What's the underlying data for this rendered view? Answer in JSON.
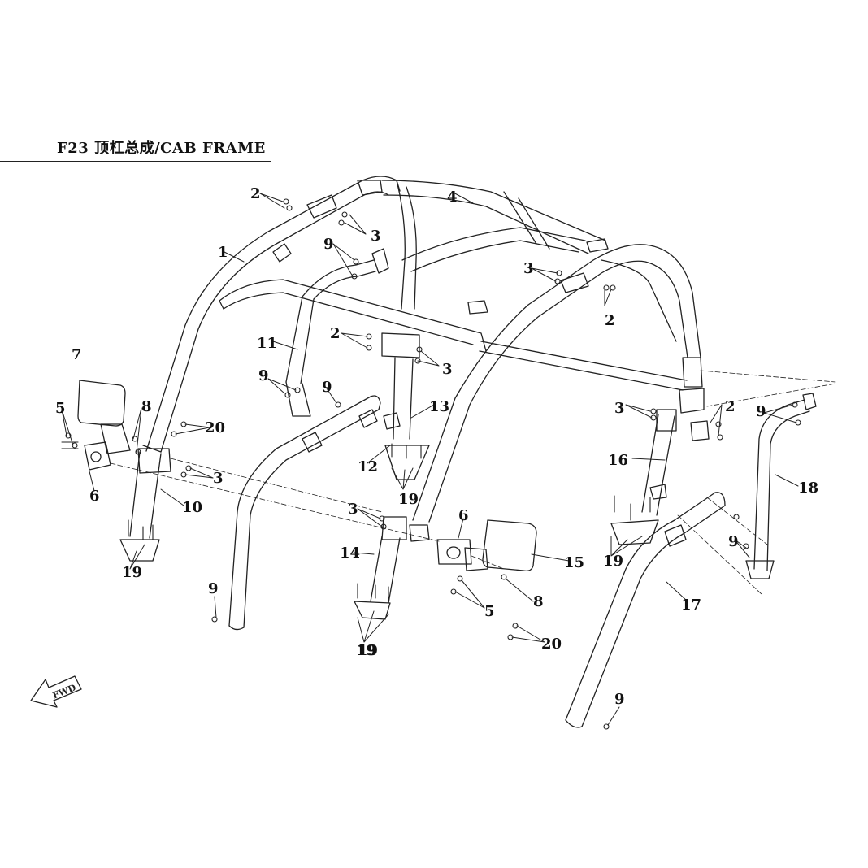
{
  "title": "F23 顶杠总成/CAB FRAME",
  "fwd_label": "FWD",
  "callouts": [
    {
      "id": "c1",
      "label": "1"
    },
    {
      "id": "c2a",
      "label": "2"
    },
    {
      "id": "c3a",
      "label": "3"
    },
    {
      "id": "c4",
      "label": "4"
    },
    {
      "id": "c9a",
      "label": "9"
    },
    {
      "id": "c3b",
      "label": "3"
    },
    {
      "id": "c2b",
      "label": "2"
    },
    {
      "id": "c11",
      "label": "11"
    },
    {
      "id": "c2c",
      "label": "2"
    },
    {
      "id": "c3c",
      "label": "3"
    },
    {
      "id": "c7",
      "label": "7"
    },
    {
      "id": "c9b",
      "label": "9"
    },
    {
      "id": "c9c",
      "label": "9"
    },
    {
      "id": "c13",
      "label": "13"
    },
    {
      "id": "c3d",
      "label": "3"
    },
    {
      "id": "c2d",
      "label": "2"
    },
    {
      "id": "c9d",
      "label": "9"
    },
    {
      "id": "c5a",
      "label": "5"
    },
    {
      "id": "c8a",
      "label": "8"
    },
    {
      "id": "c20a",
      "label": "20"
    },
    {
      "id": "c16",
      "label": "16"
    },
    {
      "id": "c18",
      "label": "18"
    },
    {
      "id": "c6a",
      "label": "6"
    },
    {
      "id": "c3e",
      "label": "3"
    },
    {
      "id": "c12",
      "label": "12"
    },
    {
      "id": "c19a",
      "label": "19"
    },
    {
      "id": "c10",
      "label": "10"
    },
    {
      "id": "c19b",
      "label": "19"
    },
    {
      "id": "c3f",
      "label": "3"
    },
    {
      "id": "c6b",
      "label": "6"
    },
    {
      "id": "c19c",
      "label": "19"
    },
    {
      "id": "c9e",
      "label": "9"
    },
    {
      "id": "c14",
      "label": "14"
    },
    {
      "id": "c15",
      "label": "15"
    },
    {
      "id": "c19d",
      "label": "19"
    },
    {
      "id": "c9f",
      "label": "9"
    },
    {
      "id": "c5b",
      "label": "5"
    },
    {
      "id": "c8b",
      "label": "8"
    },
    {
      "id": "c17",
      "label": "17"
    },
    {
      "id": "c19e",
      "label": "19"
    },
    {
      "id": "c20b",
      "label": "20"
    },
    {
      "id": "c9g",
      "label": "9"
    }
  ]
}
